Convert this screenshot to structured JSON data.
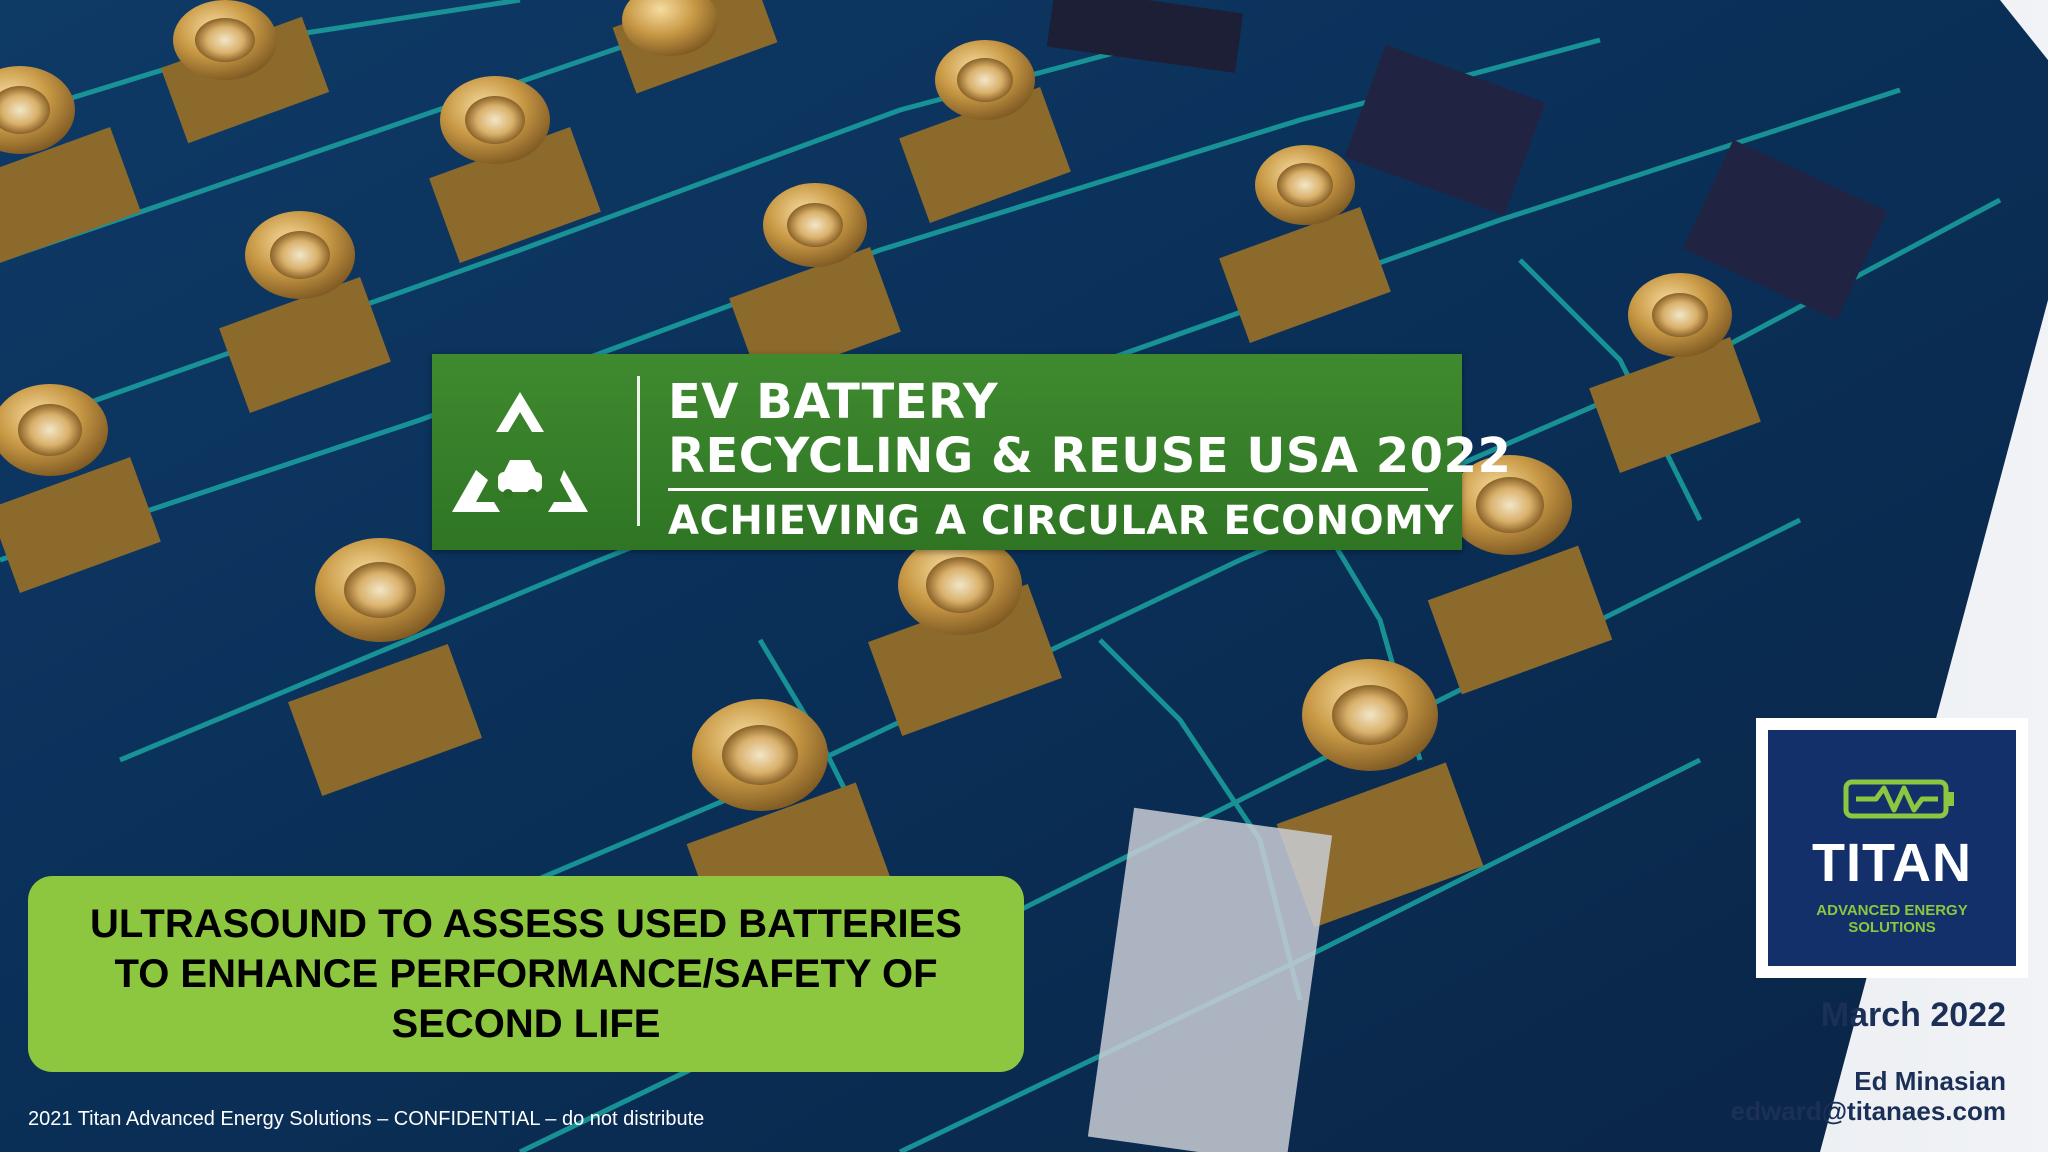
{
  "event": {
    "line1": "EV BATTERY",
    "line2": "RECYCLING & REUSE USA 2022",
    "line3": "ACHIEVING A CIRCULAR ECONOMY",
    "logo_icon": "recycle-car-icon"
  },
  "talk": {
    "line1": "ULTRASOUND TO ASSESS USED BATTERIES",
    "line2": "TO ENHANCE PERFORMANCE/SAFETY OF",
    "line3": "SECOND LIFE"
  },
  "footer": {
    "text": "2021 Titan Advanced Energy Solutions – CONFIDENTIAL – do not distribute"
  },
  "brand": {
    "name": "TITAN",
    "sub_line1": "ADVANCED ENERGY",
    "sub_line2": "SOLUTIONS",
    "icon": "battery-pulse-icon"
  },
  "presenter": {
    "date": "March 2022",
    "name": "Ed Minasian",
    "email": "edward@titanaes.com"
  },
  "colors": {
    "banner_green": "#3f8a2f",
    "talk_green": "#8dc63f",
    "brand_navy": "#13306b",
    "text_navy": "#1b2f57"
  }
}
